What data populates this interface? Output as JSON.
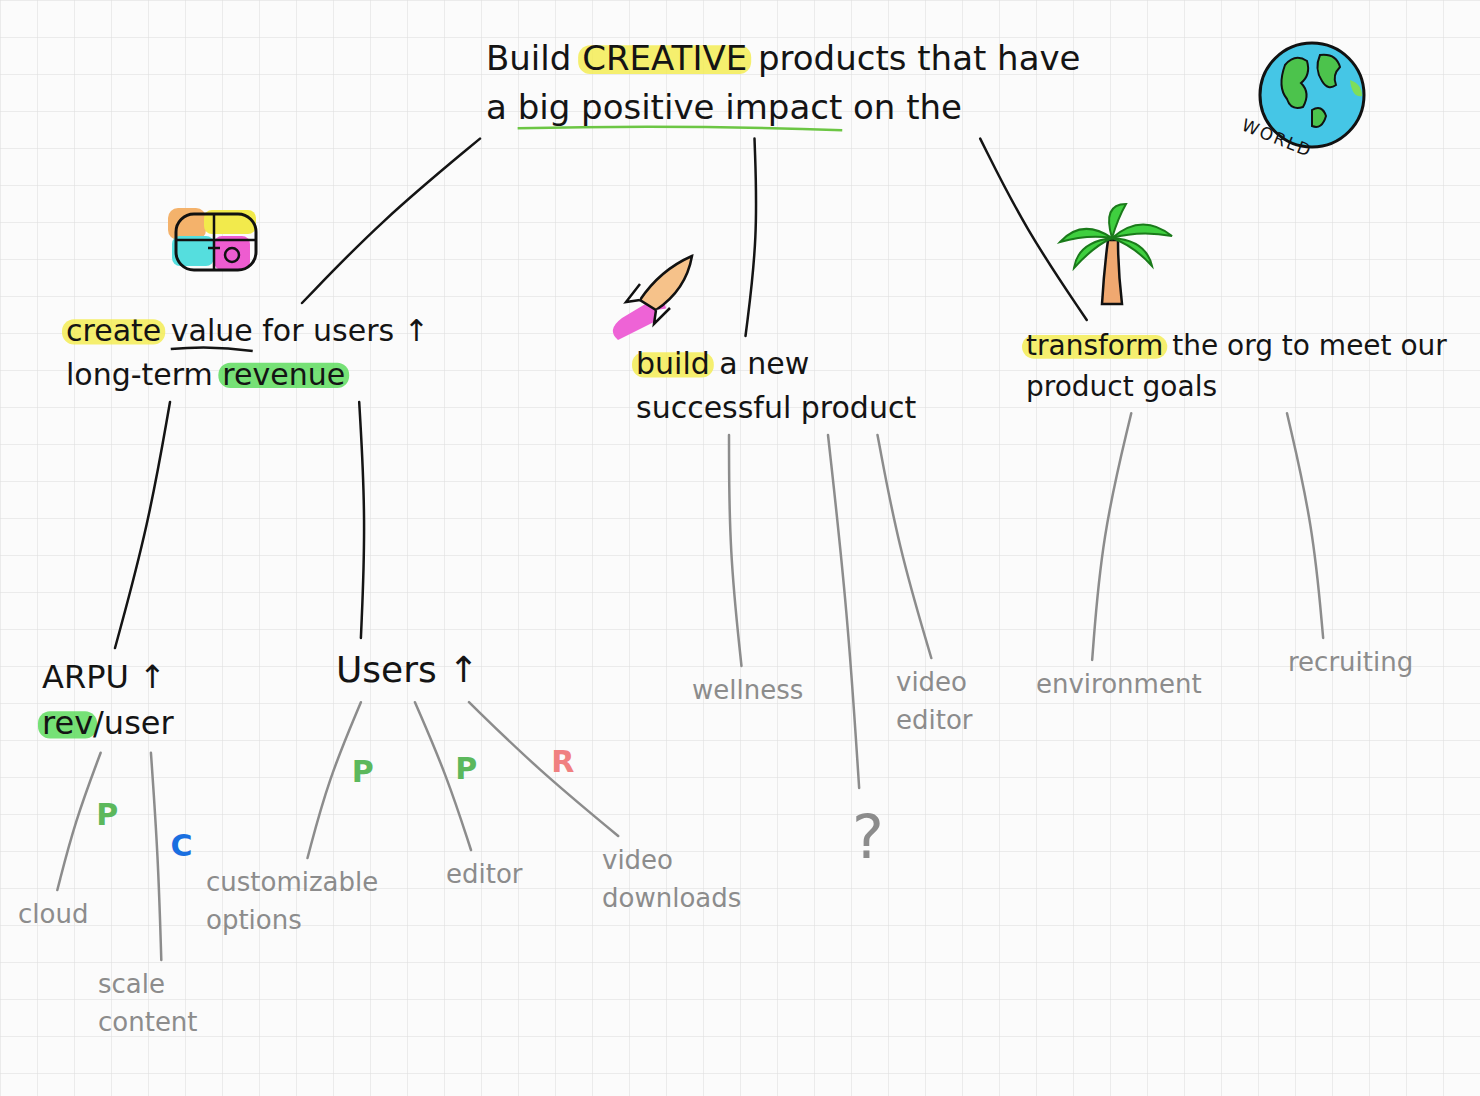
{
  "diagram": {
    "nodes": [
      {
        "text": [
          "Build CREATIVE products that have a big positive impact on the"
        ]
      },
      {
        "text": [
          "create value for users ↑ long-term revenue"
        ]
      },
      {
        "text": [
          "build a new successful product"
        ]
      },
      {
        "text": [
          "transform the org to meet our product goals"
        ]
      },
      {
        "text": [
          "ARPU ↑",
          "rev/user"
        ]
      },
      {
        "text": [
          "Users ↑"
        ]
      },
      {
        "text": [
          "wellness"
        ]
      },
      {
        "text": [
          "?"
        ]
      },
      {
        "text": [
          "video editor"
        ]
      },
      {
        "text": [
          "environment"
        ]
      },
      {
        "text": [
          "recruiting"
        ]
      },
      {
        "text": [
          "cloud"
        ]
      },
      {
        "text": [
          "scale content"
        ]
      },
      {
        "text": [
          "customizable options"
        ]
      },
      {
        "text": [
          "editor"
        ]
      },
      {
        "text": [
          "video downloads"
        ]
      }
    ],
    "edges": [
      {
        "from": 0,
        "to": 1,
        "arrow": "none"
      },
      {
        "from": 0,
        "to": 2,
        "arrow": "none"
      },
      {
        "from": 0,
        "to": 3,
        "arrow": "none"
      },
      {
        "from": 1,
        "to": 4,
        "arrow": "none"
      },
      {
        "from": 1,
        "to": 5,
        "arrow": "none"
      },
      {
        "from": 2,
        "to": 6,
        "arrow": "none"
      },
      {
        "from": 2,
        "to": 7,
        "arrow": "none"
      },
      {
        "from": 2,
        "to": 8,
        "arrow": "none"
      },
      {
        "from": 3,
        "to": 9,
        "arrow": "none"
      },
      {
        "from": 3,
        "to": 10,
        "arrow": "none"
      },
      {
        "from": 4,
        "to": 11,
        "label": "P",
        "arrow": "none"
      },
      {
        "from": 4,
        "to": 12,
        "label": "C",
        "arrow": "none"
      },
      {
        "from": 5,
        "to": 13,
        "label": "P",
        "arrow": "none"
      },
      {
        "from": 5,
        "to": 14,
        "label": "P",
        "arrow": "none"
      },
      {
        "from": 5,
        "to": 15,
        "label": "R",
        "arrow": "none"
      }
    ],
    "labels": [
      "WORLD"
    ]
  }
}
